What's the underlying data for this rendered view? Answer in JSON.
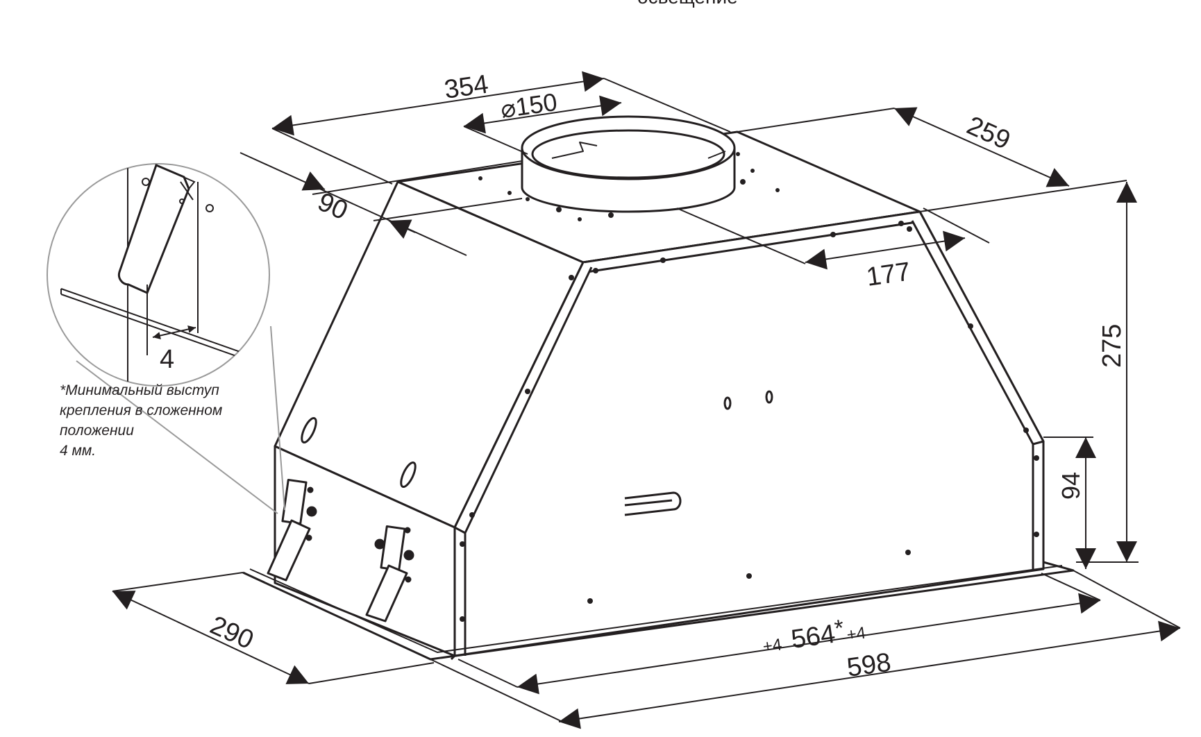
{
  "header": {
    "partial_caption": "освещение"
  },
  "dimensions": {
    "top_length": "354",
    "duct_diameter": "⌀150",
    "top_depth": "259",
    "front_offset": "90",
    "duct_offset": "177",
    "height_total": "275",
    "height_lower": "94",
    "width_cutout": "564",
    "cutout_star": "*",
    "tolerance_left": "+4",
    "tolerance_right": "+4",
    "width_total": "598",
    "depth_total": "290",
    "detail_offset": "4"
  },
  "note": {
    "line1": "*Минимальный выступ",
    "line2": "крепления в сложенном",
    "line3": "положении",
    "line4": "4 мм."
  },
  "colors": {
    "ink": "#231f20",
    "detail_circle": "#9a9a9a",
    "background": "#ffffff"
  }
}
